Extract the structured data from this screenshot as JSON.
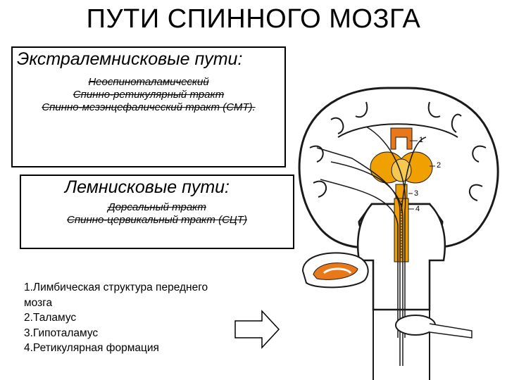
{
  "slide": {
    "title": "ПУТИ СПИННОГО МОЗГА"
  },
  "extralemniscal": {
    "heading": "Экстралемнисковые пути:",
    "tracts": [
      "Неоспиноталамический",
      "Спинно-ретикулярный тракт",
      "Спинно-мезэнцефалический тракт (СМТ)."
    ]
  },
  "lemniscal": {
    "heading": "Лемнисковые пути:",
    "tracts": [
      "Дорсальный  тракт",
      "Спинно-цервикальный тракт (СЦТ)"
    ]
  },
  "legend": {
    "items": [
      "1.Лимбическая структура переднего",
      "мозга",
      "2.Таламус",
      "3.Гипоталамус",
      "4.Ретикулярная формация"
    ]
  },
  "diagram": {
    "labels": [
      "1",
      "2",
      "3",
      "4"
    ],
    "colors": {
      "highlight": "#f0a000",
      "orange": "#e8781a",
      "outline": "#1a1a1a"
    }
  }
}
